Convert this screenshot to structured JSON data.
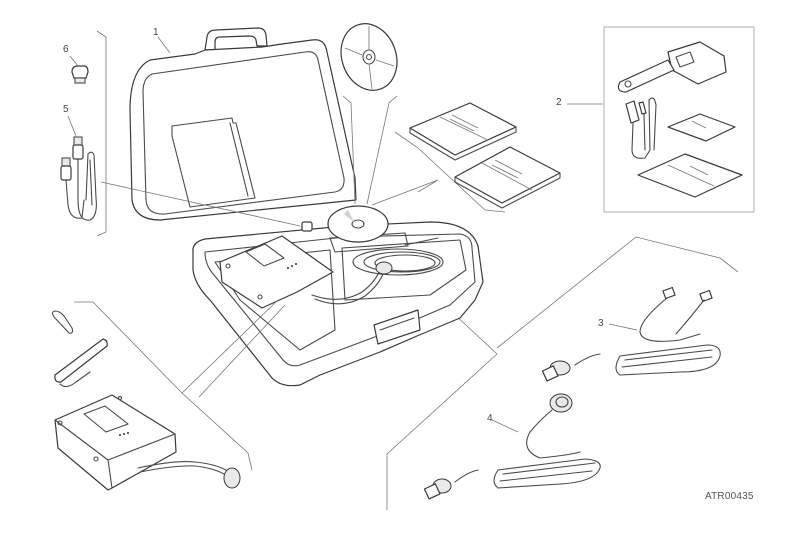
{
  "figure": {
    "drawing_code": "ATR00435",
    "callouts": [
      {
        "number": "1",
        "part": "carrying-case"
      },
      {
        "number": "2",
        "part": "key-kit"
      },
      {
        "number": "3",
        "part": "dual-connector-cable"
      },
      {
        "number": "4",
        "part": "diagnostic-cable"
      },
      {
        "number": "5",
        "part": "usb-cable"
      },
      {
        "number": "6",
        "part": "adapter-plug"
      }
    ]
  }
}
